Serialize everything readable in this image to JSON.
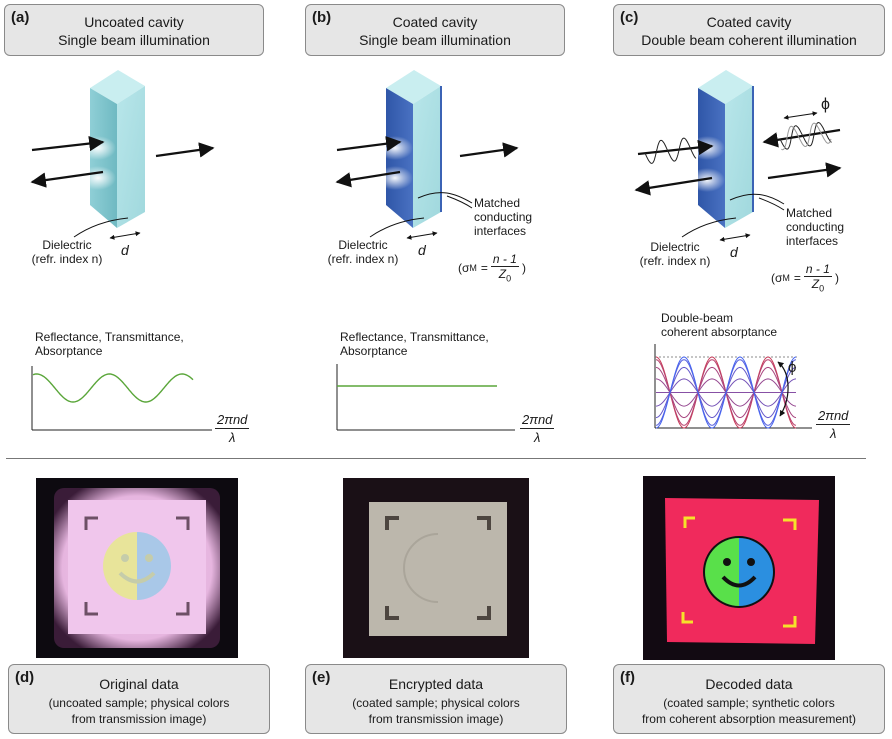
{
  "panels": [
    {
      "tag": "(a)",
      "line1": "Uncoated cavity",
      "line2": "Single beam illumination"
    },
    {
      "tag": "(b)",
      "line1": "Coated cavity",
      "line2": "Single beam illumination"
    },
    {
      "tag": "(c)",
      "line1": "Coated cavity",
      "line2": "Double beam coherent illumination"
    }
  ],
  "labels": {
    "dielectric": "Dielectric",
    "refr_index": "(refr. index n)",
    "thickness": "d",
    "matched": "Matched",
    "conducting": "conducting",
    "interfaces": "interfaces",
    "phase": "ϕ",
    "sigma_prefix": "(σ",
    "sigma_sub": "M",
    "sigma_eq": "=",
    "sigma_num": "n - 1",
    "sigma_den": "Z",
    "sigma_den_sub": "0",
    "sigma_suffix": ")"
  },
  "plots": [
    {
      "title_line1": "Reflectance, Transmittance,",
      "title_line2": "Absorptance",
      "x_num": "2πnd",
      "x_den": "λ",
      "curve": "oscillating"
    },
    {
      "title_line1": "Reflectance, Transmittance,",
      "title_line2": "Absorptance",
      "x_num": "2πnd",
      "x_den": "λ",
      "curve": "flat"
    },
    {
      "title_line1": "Double-beam",
      "title_line2": "coherent absorptance",
      "x_num": "2πnd",
      "x_den": "λ",
      "curve": "family",
      "phase_label": "ϕ"
    }
  ],
  "results": [
    {
      "tag": "(d)",
      "title": "Original data",
      "line1": "(uncoated sample; physical colors",
      "line2": "from transmission image)"
    },
    {
      "tag": "(e)",
      "title": "Encrypted data",
      "line1": "(coated sample; physical colors",
      "line2": "from transmission image)"
    },
    {
      "tag": "(f)",
      "title": "Decoded data",
      "line1": "(coated sample; synthetic colors",
      "line2": "from coherent absorption measurement)"
    }
  ],
  "colors": {
    "slab_face": "#a9dfe3",
    "slab_side": "#7cc4cc",
    "coating_blue": "#3b63b5",
    "curve_green": "#5aa63a",
    "panel_bg": "#e6e6e6"
  }
}
